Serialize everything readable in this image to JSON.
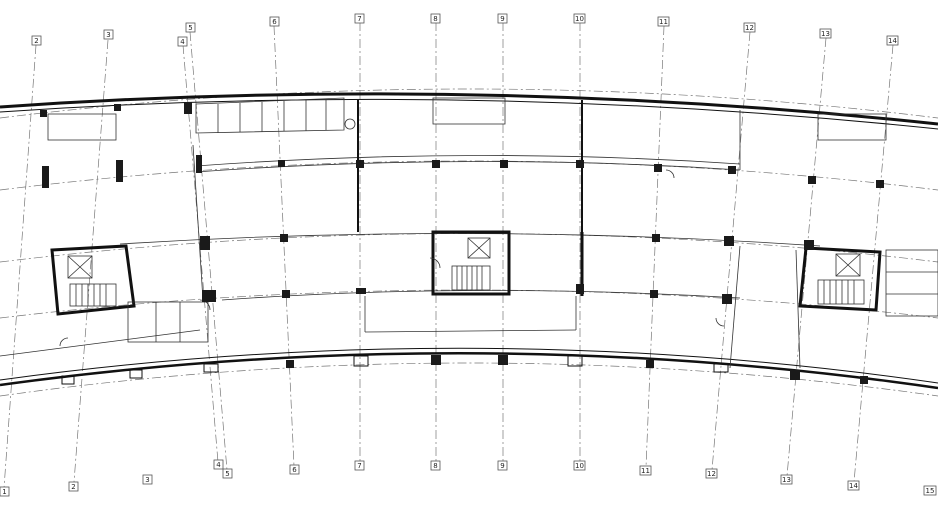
{
  "drawing": {
    "top_grid_labels": [
      "2",
      "3",
      "4",
      "5",
      "6",
      "7",
      "8",
      "9",
      "10",
      "11",
      "12",
      "13",
      "14"
    ],
    "bottom_grid_labels": [
      "1",
      "2",
      "3",
      "4",
      "5",
      "6",
      "7",
      "8",
      "9",
      "10",
      "11",
      "12",
      "13",
      "14",
      "15"
    ]
  },
  "colors": {
    "line": "#111111",
    "grid": "#777777",
    "background": "#ffffff"
  },
  "icons": [
    "stair-symbol",
    "elevator-x-symbol",
    "toilet-fixture-symbol",
    "door-swing-symbol"
  ]
}
